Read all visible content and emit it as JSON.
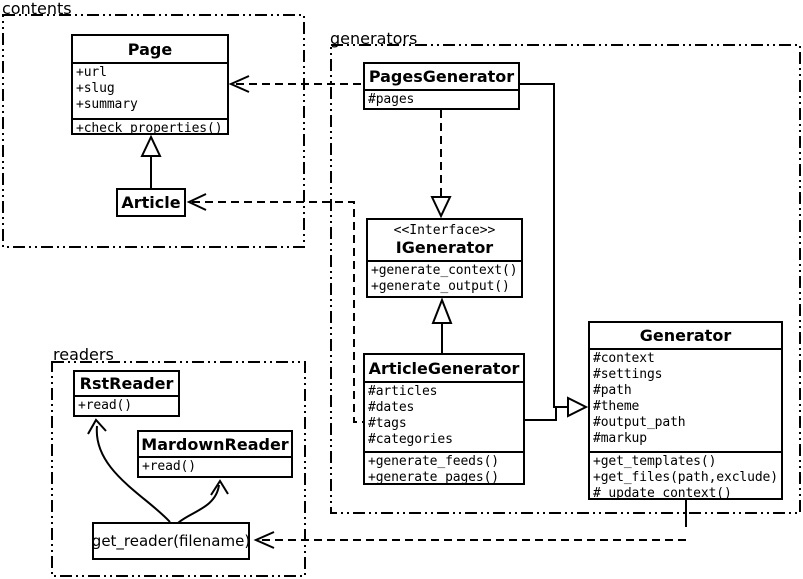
{
  "diagram": {
    "colors": {
      "stroke": "#000000",
      "background": "#ffffff"
    },
    "packages": {
      "contents": {
        "label": "contents"
      },
      "generators": {
        "label": "generators"
      },
      "readers": {
        "label": "readers"
      }
    },
    "classes": {
      "page": {
        "title": "Page",
        "attributes": [
          "+url",
          "+slug",
          "+summary"
        ],
        "methods": [
          "+check_properties()"
        ]
      },
      "article": {
        "title": "Article"
      },
      "pages_generator": {
        "title": "PagesGenerator",
        "attributes": [
          "#pages"
        ]
      },
      "igenerator": {
        "stereotype": "<<Interface>>",
        "title": "IGenerator",
        "methods": [
          "+generate_context()",
          "+generate_output()"
        ]
      },
      "article_generator": {
        "title": "ArticleGenerator",
        "attributes": [
          "#articles",
          "#dates",
          "#tags",
          "#categories"
        ],
        "methods": [
          "+generate_feeds()",
          "+generate_pages()"
        ]
      },
      "generator": {
        "title": "Generator",
        "attributes": [
          "#context",
          "#settings",
          "#path",
          "#theme",
          "#output_path",
          "#markup"
        ],
        "methods": [
          "+get_templates()",
          "+get_files(path,exclude)",
          "#_update_context()"
        ]
      },
      "rst_reader": {
        "title": "RstReader",
        "methods": [
          "+read()"
        ]
      },
      "mardown_reader": {
        "title": "MardownReader",
        "methods": [
          "+read()"
        ]
      },
      "get_reader": {
        "label": "get_reader(filename)"
      }
    },
    "relationships": [
      {
        "from": "Article",
        "to": "Page",
        "type": "inheritance"
      },
      {
        "from": "PagesGenerator",
        "to": "Page",
        "type": "dependency"
      },
      {
        "from": "ArticleGenerator",
        "to": "Article",
        "type": "dependency"
      },
      {
        "from": "PagesGenerator",
        "to": "IGenerator",
        "type": "realization"
      },
      {
        "from": "ArticleGenerator",
        "to": "IGenerator",
        "type": "inheritance"
      },
      {
        "from": "PagesGenerator",
        "to": "Generator",
        "type": "inheritance"
      },
      {
        "from": "ArticleGenerator",
        "to": "Generator",
        "type": "inheritance"
      },
      {
        "from": "Generator",
        "to": "get_reader(filename)",
        "type": "dependency"
      },
      {
        "from": "get_reader(filename)",
        "to": "RstReader",
        "type": "association"
      },
      {
        "from": "get_reader(filename)",
        "to": "MardownReader",
        "type": "association"
      }
    ]
  }
}
